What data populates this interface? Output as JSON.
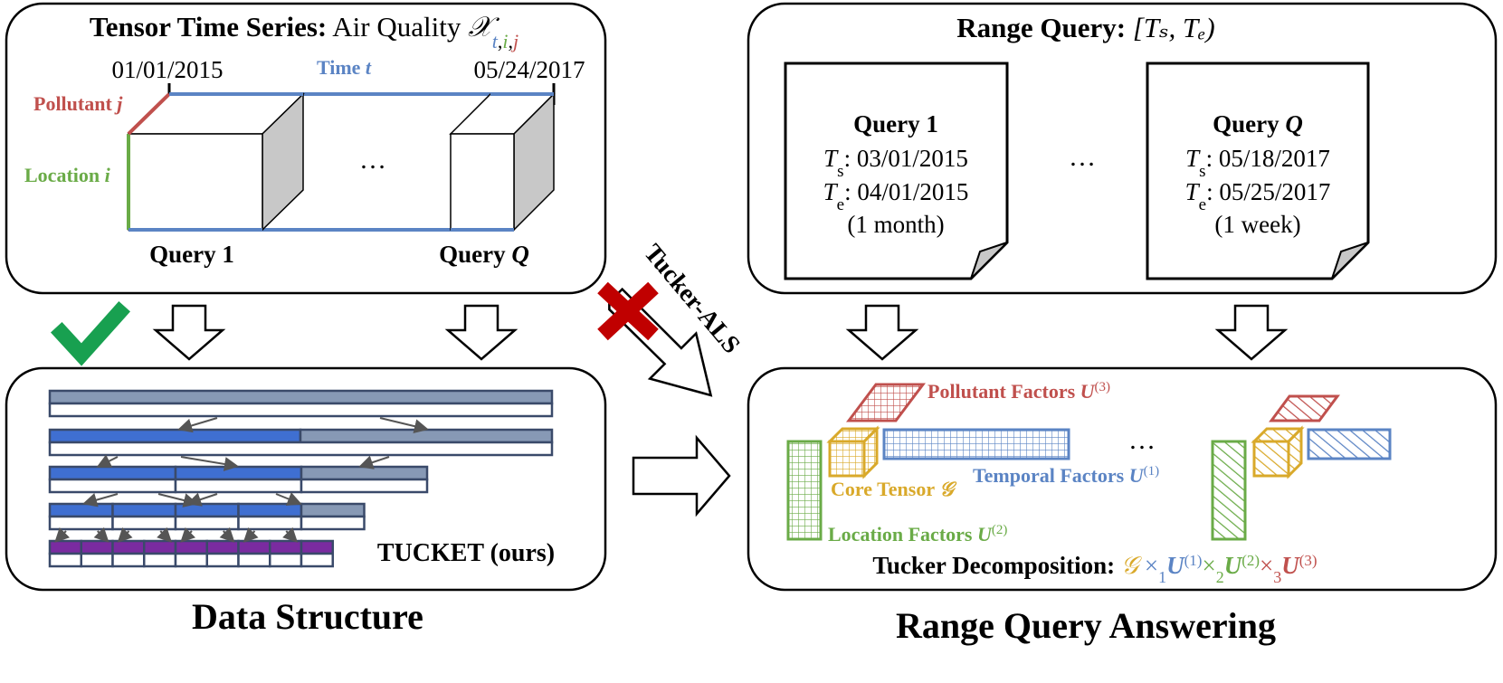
{
  "colors": {
    "time": "#5b84c4",
    "location": "#6aab47",
    "pollutant": "#c0504d",
    "core": "#d9a92a",
    "tucket_dark": "#3f6fd1",
    "tucket_light": "#8799b5",
    "tucket_purple": "#7a2ba0",
    "check": "#18a050",
    "cross": "#c00000"
  },
  "tensor_panel": {
    "title_bold": "Tensor Time Series:",
    "title_rest": "Air Quality",
    "symbol": "𝒳",
    "sub_t": "t",
    "sub_i": "i",
    "sub_j": "j",
    "start_date": "01/01/2015",
    "end_date": "05/24/2017",
    "time_label": "Time ",
    "time_var": "t",
    "pollutant_label": "Pollutant ",
    "pollutant_var": "j",
    "location_label": "Location ",
    "location_var": "i",
    "ellipsis": "…",
    "query1": "Query 1",
    "queryQ_prefix": "Query ",
    "queryQ_var": "Q"
  },
  "range_panel": {
    "title_bold": "Range Query:",
    "title_math": "[Tₛ, Tₑ)",
    "card1": {
      "title": "Query 1",
      "ts": "03/01/2015",
      "te": "04/01/2015",
      "duration": "(1 month)"
    },
    "cardQ": {
      "title_prefix": "Query ",
      "title_var": "Q",
      "ts": "05/18/2017",
      "te": "05/25/2017",
      "duration": "(1 week)"
    },
    "ts_prefix": "T",
    "ts_sub": "s",
    "te_sub": "e",
    "ellipsis": "…"
  },
  "structure_panel": {
    "label": "TUCKET (ours)"
  },
  "decomp_panel": {
    "pollutant_factors": "Pollutant Factors ",
    "temporal_factors": "Temporal Factors ",
    "location_factors": "Location Factors ",
    "core_tensor": "Core Tensor ",
    "core_sym": "𝒢",
    "U": "U",
    "sup1": "(1)",
    "sup2": "(2)",
    "sup3": "(3)",
    "decomp_bold": "Tucker Decomposition:",
    "times1": " ×",
    "sub1": "1",
    "sub2": "2",
    "sub3": "3",
    "ellipsis": "…"
  },
  "tucker_als": "Tucker-ALS",
  "captions": {
    "left": "Data Structure",
    "right": "Range Query Answering"
  }
}
